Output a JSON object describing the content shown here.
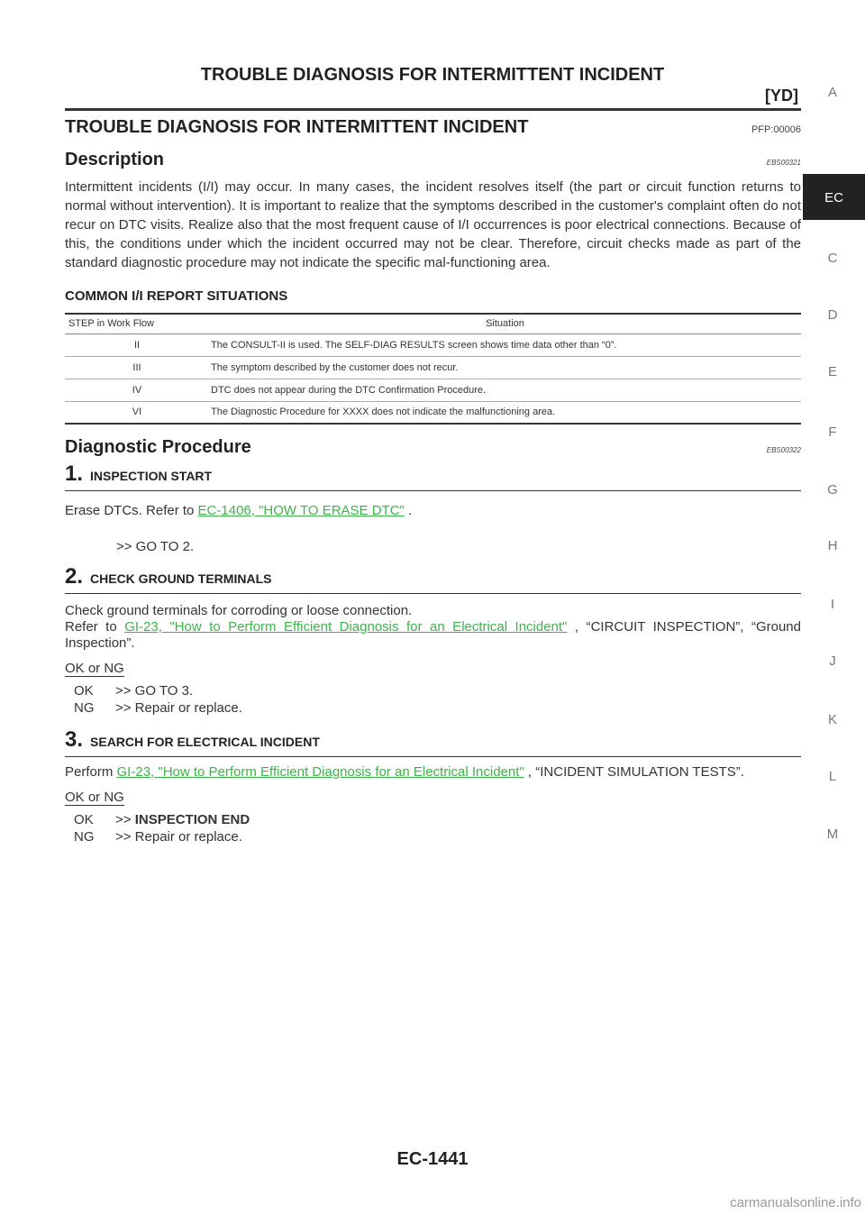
{
  "header": {
    "title": "TROUBLE DIAGNOSIS FOR INTERMITTENT INCIDENT",
    "model": "[YD]"
  },
  "side_tabs": [
    "A",
    "EC",
    "C",
    "D",
    "E",
    "F",
    "G",
    "H",
    "I",
    "J",
    "K",
    "L",
    "M"
  ],
  "active_tab": "EC",
  "section": {
    "title": "TROUBLE DIAGNOSIS FOR INTERMITTENT INCIDENT",
    "code": "PFP:00006"
  },
  "description": {
    "title": "Description",
    "code": "EBS00321",
    "text": "Intermittent incidents (I/I) may occur. In many cases, the incident resolves itself (the part or circuit function returns to normal without intervention). It is important to realize that the symptoms described in the customer's complaint often do not recur on DTC visits. Realize also that the most frequent cause of I/I occurrences is poor electrical connections. Because of this, the conditions under which the incident occurred may not be clear. Therefore, circuit checks made as part of the standard diagnostic procedure may not indicate the specific mal-functioning area."
  },
  "common": {
    "title": "COMMON I/I REPORT SITUATIONS",
    "headers": [
      "STEP in Work Flow",
      "Situation"
    ],
    "rows": [
      {
        "step": "II",
        "situation": "The CONSULT-II is used. The SELF-DIAG RESULTS screen shows time data other than “0”."
      },
      {
        "step": "III",
        "situation": "The symptom described by the customer does not recur."
      },
      {
        "step": "IV",
        "situation": "DTC does not appear during the DTC Confirmation Procedure."
      },
      {
        "step": "VI",
        "situation": "The Diagnostic Procedure for XXXX does not indicate the malfunctioning area."
      }
    ]
  },
  "procedure": {
    "title": "Diagnostic Procedure",
    "code": "EBS00322",
    "step1": {
      "num": "1.",
      "title": "INSPECTION START",
      "text_before": "Erase DTCs. Refer to ",
      "link": "EC-1406, \"HOW TO ERASE DTC\"",
      "text_after": " .",
      "goto": ">> GO TO 2."
    },
    "step2": {
      "num": "2.",
      "title": "CHECK GROUND TERMINALS",
      "line1": "Check ground terminals for corroding or loose connection.",
      "text_before": "Refer to ",
      "link": "GI-23, \"How to Perform Efficient Diagnosis for an Electrical Incident\"",
      "text_after": " , “CIRCUIT INSPECTION”, “Ground Inspection”.",
      "okng": "OK or NG",
      "ok_label": "OK",
      "ok_result": ">> GO TO 3.",
      "ng_label": "NG",
      "ng_result": ">> Repair or replace."
    },
    "step3": {
      "num": "3.",
      "title": "SEARCH FOR ELECTRICAL INCIDENT",
      "text_before": "Perform ",
      "link": "GI-23, \"How to Perform Efficient Diagnosis for an Electrical Incident\"",
      "text_after": " , “INCIDENT SIMULATION TESTS”.",
      "okng": "OK or NG",
      "ok_label": "OK",
      "ok_prefix": ">> ",
      "ok_result": "INSPECTION END",
      "ng_label": "NG",
      "ng_result": ">> Repair or replace."
    }
  },
  "footer": {
    "page": "EC-1441",
    "watermark": "carmanualsonline.info"
  }
}
